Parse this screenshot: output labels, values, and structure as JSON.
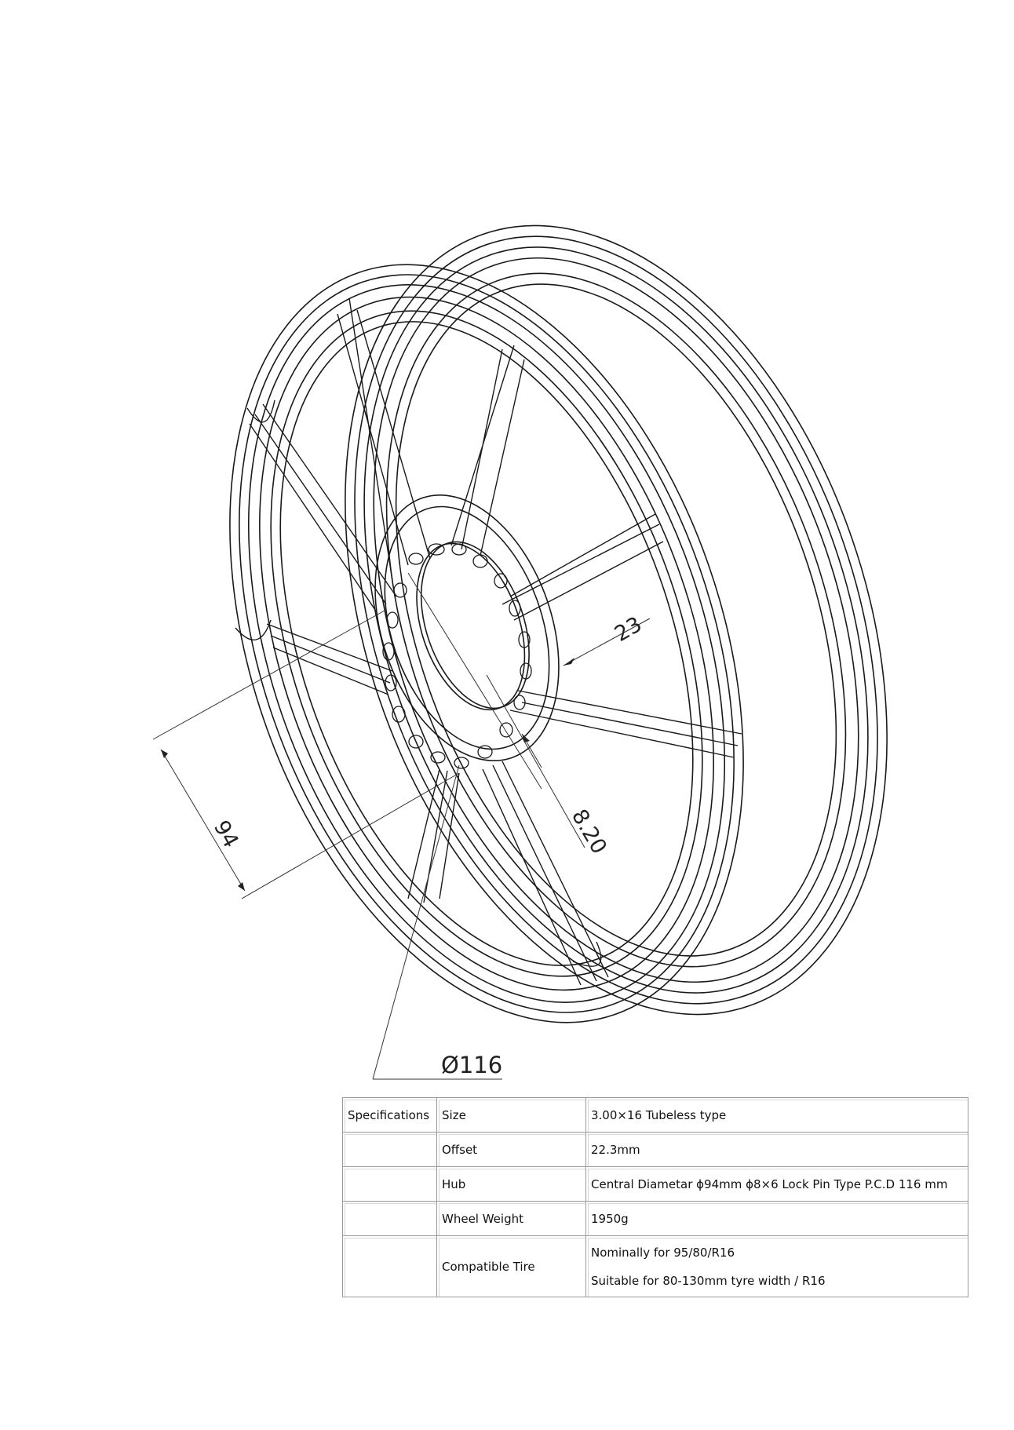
{
  "dimensions": {
    "pcd": "Ø116",
    "hub_diameter": "94",
    "spoke_width": "23",
    "pin_hole": "8.20"
  },
  "spec_table": {
    "header": "Specifications",
    "rows": [
      {
        "label": "Size",
        "value": "3.00×16 Tubeless type"
      },
      {
        "label": "Offset",
        "value": "22.3mm"
      },
      {
        "label": "Hub",
        "value": "Central Diametar ϕ94mm  ϕ8×6 Lock Pin Type P.C.D 116 mm"
      },
      {
        "label": "Wheel Weight",
        "value": "1950g"
      },
      {
        "label": "Compatible Tire",
        "value_lines": [
          "Nominally for 95/80/R16",
          "Suitable for 80-130mm tyre width / R16"
        ]
      }
    ]
  }
}
